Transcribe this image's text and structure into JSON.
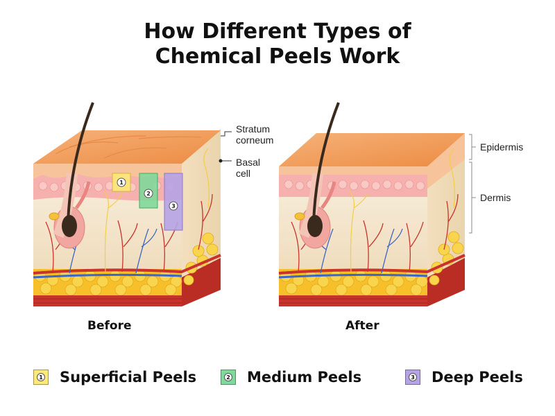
{
  "title": {
    "line1": "How Different Types of",
    "line2": "Chemical Peels Work"
  },
  "before": {
    "caption": "Before",
    "labels": {
      "stratum_corneum_1": "Stratum",
      "stratum_corneum_2": "corneum",
      "basal_cell_1": "Basal",
      "basal_cell_2": "cell"
    },
    "markers": [
      "1",
      "2",
      "3"
    ]
  },
  "after": {
    "caption": "After",
    "labels": {
      "epidermis": "Epidermis",
      "dermis": "Dermis"
    }
  },
  "legend": [
    {
      "number": "1",
      "label": "Superficial Peels",
      "color": "#fce97a"
    },
    {
      "number": "2",
      "label": "Medium Peels",
      "color": "#7fd99b"
    },
    {
      "number": "3",
      "label": "Deep Peels",
      "color": "#b5a3e6"
    }
  ],
  "colors": {
    "epidermis_top": "#f2a35e",
    "epidermis_side": "#f7c7a0",
    "basal_layer": "#f6b4b6",
    "dermis": "#f3e4c9",
    "fat": "#f7c72e",
    "muscle": "#c8332b",
    "hair": "#3a2a1e",
    "vessel_red": "#c8332b",
    "vessel_blue": "#3a67c8"
  }
}
